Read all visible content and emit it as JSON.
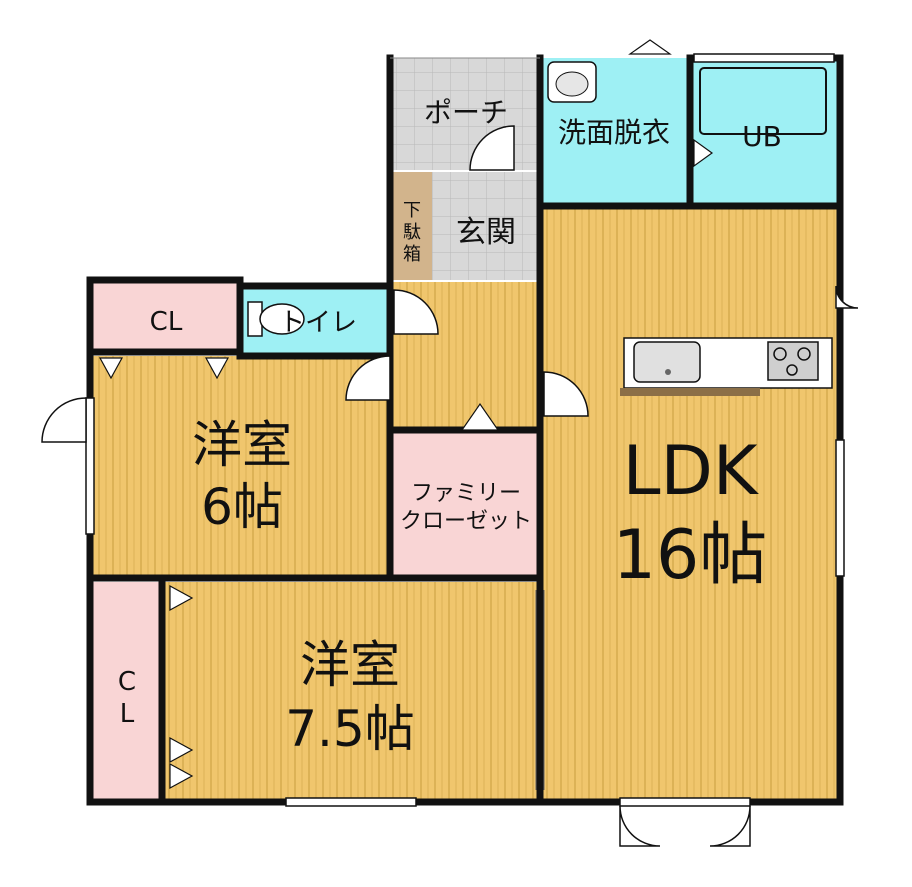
{
  "title": "",
  "colors": {
    "wood": "#f0c66d",
    "wood_stripe": "#c99d3e",
    "aqua": "#9ef0f4",
    "pink": "#f9d5d5",
    "tile": "#d8d8d8",
    "wall": "#111111",
    "background": "#ffffff"
  },
  "rooms": {
    "porch": "ポーチ",
    "washroom": "洗面脱衣",
    "bath": "UB",
    "shoe_box_lines": [
      "下",
      "駄",
      "箱"
    ],
    "entrance": "玄関",
    "closet_top": "CL",
    "toilet": "トイレ",
    "western_small": "洋室",
    "western_small_size": "6帖",
    "family_closet_line1": "ファミリー",
    "family_closet_line2": "クローゼット",
    "ldk": "LDK",
    "ldk_size": "16帖",
    "western_large": "洋室",
    "western_large_size": "7.5帖",
    "closet_side_lines": [
      "C",
      "L"
    ]
  },
  "fixtures": [
    "sink-icon",
    "bathtub-icon",
    "toilet-icon",
    "kitchen-sink-icon",
    "stove-icon"
  ]
}
